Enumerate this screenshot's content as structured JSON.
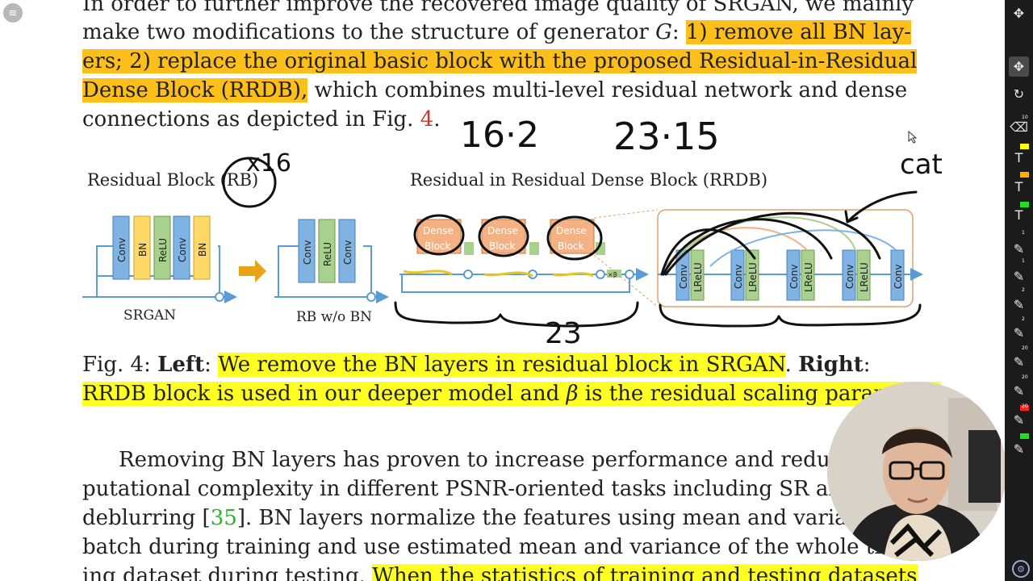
{
  "document": {
    "paragraph1": {
      "line1": "In order to further improve the recovered image quality of SRGAN, we mainly",
      "line2_plain": "make two modifications to the structure of generator ",
      "line2_var": "G",
      "line2_colon": ": ",
      "line2_hl": "1) remove all BN lay-",
      "line3_hl": "ers; 2) replace the original basic block with the proposed Residual-in-Residual",
      "line4_hl": "Dense Block (RRDB),",
      "line4_plain": " which combines multi-level residual network and dense",
      "line5_plain": "connections as depicted in Fig. ",
      "line5_ref": "4",
      "line5_end": "."
    },
    "figure": {
      "title_left": "Residual Block (RB)",
      "title_right": "Residual in Residual Dense Block (RRDB)",
      "label_srgan": "SRGAN",
      "label_rb_wo_bn": "RB w/o BN",
      "conv": "Conv",
      "bn": "BN",
      "relu": "ReLU",
      "lrelu": "LReLU",
      "dense_block_1": "Dense",
      "dense_block_2": "Block",
      "beta": "×β",
      "colors": {
        "conv": "#7fb3e3",
        "bn": "#ffd966",
        "relu": "#a9d18e",
        "dense": "#f4b183",
        "arrow": "#5b9bd5",
        "orange_arrow": "#e8a317"
      }
    },
    "caption": {
      "fig_label": "Fig. 4: ",
      "left_bold": "Left",
      "colon1": ": ",
      "left_hl": "We remove the BN layers in residual block in SRGAN",
      "dot": ". ",
      "right_bold": "Right",
      "colon2": ":",
      "line2_hl_a": "RRDB block is used in our deeper model and ",
      "line2_beta": "β",
      "line2_hl_b": " is the residual scaling parameter."
    },
    "paragraph2": {
      "line1": "Removing BN layers has proven to increase performance and reduce com-",
      "line2": "putational complexity in different PSNR-oriented tasks including SR and",
      "line3_a": "deblurring [",
      "line3_ref": "35",
      "line3_b": "]. BN layers normalize the features using mean and variance in a",
      "line4": "batch during training and use estimated mean and variance of the whole train-",
      "line5_a": "ing dataset during testing. ",
      "line5_hl": "When the statistics of training and testing datasets"
    },
    "annotations": {
      "num_16x2": "16·2",
      "num_23x15": "23·15",
      "rb_16": "x16",
      "cat": "cat",
      "brace_23": "23"
    }
  },
  "toolbar": {
    "items": [
      {
        "name": "cursor-icon",
        "glyph": "✥"
      },
      {
        "name": "pointer-icon",
        "glyph": "✥"
      },
      {
        "name": "lasso-icon",
        "glyph": "↻"
      },
      {
        "name": "eraser-icon",
        "glyph": "⌫"
      },
      {
        "name": "text-tool-icon",
        "glyph": "T"
      },
      {
        "name": "text-tool-icon",
        "glyph": "T"
      },
      {
        "name": "text-tool-icon",
        "glyph": "T"
      },
      {
        "name": "pen-icon",
        "glyph": "✎"
      }
    ],
    "badges": [
      "10",
      "1",
      "1",
      "2",
      "2",
      "20",
      "20",
      "20"
    ],
    "swatches": [
      "#ffff00",
      "#ffb000",
      "#22dd22",
      "#ff2222",
      "#22dd22"
    ]
  },
  "menu_icon": "≡"
}
